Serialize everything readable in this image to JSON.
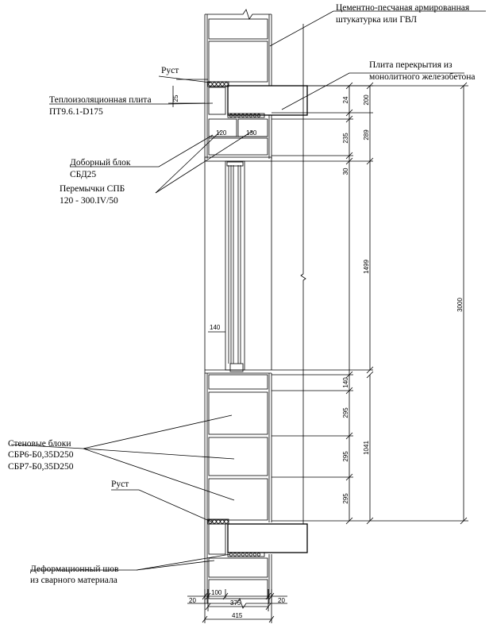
{
  "callouts": {
    "plaster": [
      "Цементно-песчаная армированная",
      "штукатурка или ГВЛ"
    ],
    "slab": [
      "Плита перекрытия из",
      "монолитного железобетона"
    ],
    "rust_top": [
      "Руст"
    ],
    "insulation": [
      "Теплоизоляционная плита",
      "ПТ9.6.1-D175"
    ],
    "filler_block": [
      "Доборный блок",
      "СБД25"
    ],
    "lintels": [
      "Перемычки СПБ",
      "120 - 300.IV/50"
    ],
    "wall_blocks": [
      "Стеновые блоки",
      "СБР6-Б0,35D250",
      "СБР7-Б0,35D250"
    ],
    "rust_bottom": [
      "Руст"
    ],
    "joint": [
      "Деформационный шов",
      "из сварного материала"
    ]
  },
  "dims": {
    "d24": "24",
    "d200": "200",
    "d235": "235",
    "d289": "289",
    "d30": "30",
    "d1499": "1499",
    "d3000": "3000",
    "d140v": "140",
    "d295a": "295",
    "d295b": "295",
    "d295c": "295",
    "d1041": "1041",
    "d25": "25",
    "d120": "120",
    "d130": "130",
    "d140h": "140",
    "d20l": "20",
    "d100": "100",
    "d375": "375",
    "d20r": "20",
    "d415": "415"
  }
}
